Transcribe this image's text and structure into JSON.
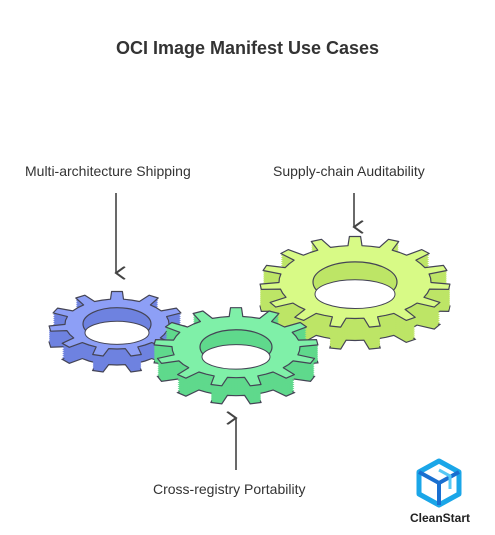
{
  "title": "OCI Image Manifest Use Cases",
  "labels": {
    "multi_architecture": "Multi-architecture Shipping",
    "supply_chain": "Supply-chain Auditability",
    "cross_registry": "Cross-registry Portability"
  },
  "brand": {
    "name": "CleanStart",
    "logo_icon": "cube-logo-icon"
  },
  "gears": [
    {
      "name": "multi-architecture-gear",
      "color": "#8d9ff6",
      "dark": "#6e82e0",
      "outline": "#445"
    },
    {
      "name": "cross-registry-gear",
      "color": "#7ff0a8",
      "dark": "#5fd98c",
      "outline": "#445"
    },
    {
      "name": "supply-chain-gear",
      "color": "#d8fa86",
      "dark": "#bde566",
      "outline": "#445"
    }
  ]
}
